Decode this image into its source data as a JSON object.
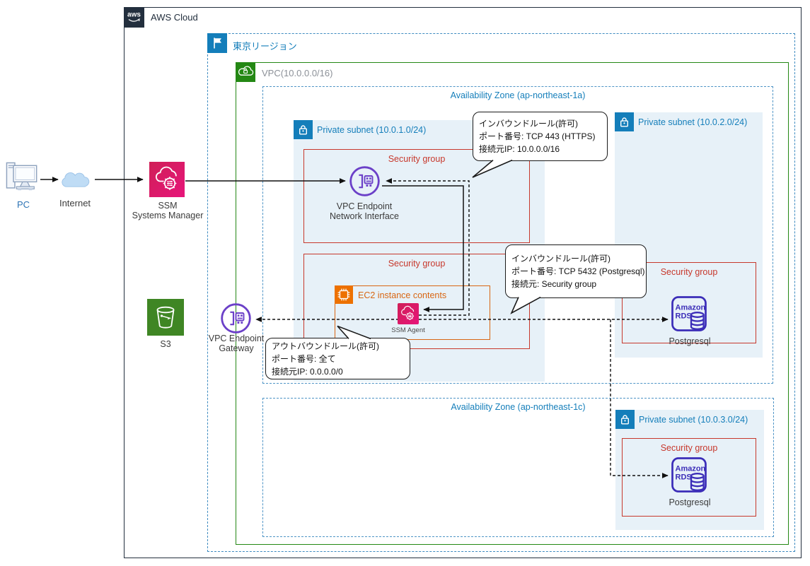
{
  "colors": {
    "aws_dark": "#232F3E",
    "region_blue": "#147EBA",
    "vpc_green": "#248814",
    "vpc_label_gray": "#8C9198",
    "subnet_fill": "#E7F1F8",
    "security_red": "#C7382C",
    "ec2_orange": "#D86613",
    "ec2_icon_orange": "#ED7100",
    "endpoint_purple": "#6B40C8",
    "ssm_pink": "#E7157B",
    "rds_indigo": "#3B2DB8",
    "s3_green": "#3F8624",
    "pc_label_blue": "#2E74B5"
  },
  "aws_cloud": {
    "label": "AWS Cloud",
    "logo": "aws"
  },
  "region": {
    "label": "東京リージョン"
  },
  "vpc": {
    "label": "VPC(10.0.0.0/16)"
  },
  "azs": {
    "az_a": "Availability Zone (ap-northeast-1a)",
    "az_c": "Availability Zone (ap-northeast-1c)"
  },
  "subnets": {
    "subnet1": "Private subnet (10.0.1.0/24)",
    "subnet2": "Private subnet (10.0.2.0/24)",
    "subnet3": "Private subnet (10.0.3.0/24)"
  },
  "security_group": "Security group",
  "ec2_box": "EC2 instance contents",
  "nodes": {
    "pc": "PC",
    "internet": "Internet",
    "ssm_line1": "SSM",
    "ssm_line2": "Systems Manager",
    "s3": "S3",
    "gw_line1": "VPC Endpoint",
    "gw_line2": "Gateway",
    "ni_line1": "VPC Endpoint",
    "ni_line2": "Network Interface",
    "ssm_agent": "SSM Agent",
    "rds_line1": "Amazon",
    "rds_line2": "RDS",
    "rds1_caption": "Postgresql",
    "rds2_caption": "Postgresql"
  },
  "callouts": {
    "inbound_https": {
      "line1": "インバウンドルール(許可)",
      "line2": "ポート番号: TCP 443 (HTTPS)",
      "line3": "接続元IP: 10.0.0.0/16"
    },
    "inbound_pg": {
      "line1": "インバウンドルール(許可)",
      "line2": "ポート番号: TCP 5432 (Postgresql)",
      "line3": "接続元: Security group"
    },
    "outbound": {
      "line1": "アウトバウンドルール(許可)",
      "line2": "ポート番号: 全て",
      "line3": "接続元IP: 0.0.0.0/0"
    }
  }
}
